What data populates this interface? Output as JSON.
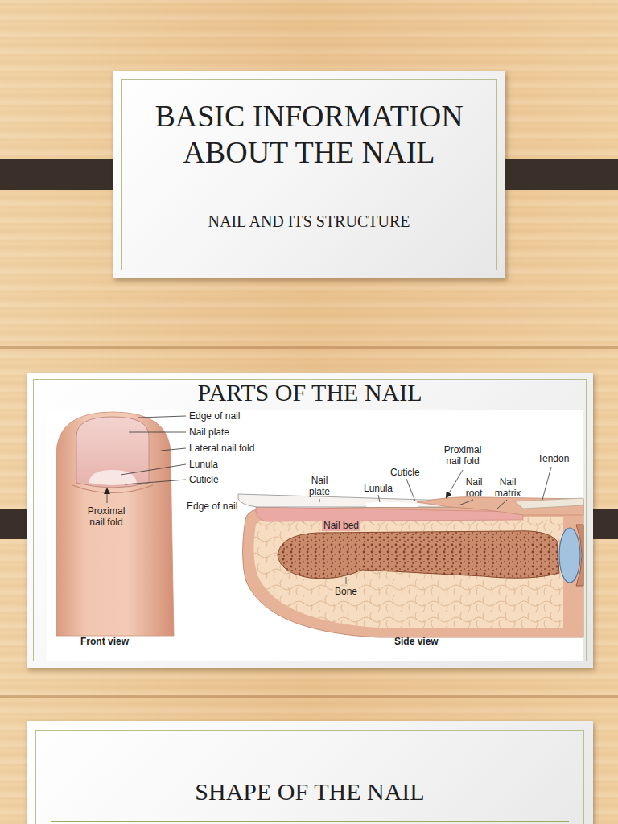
{
  "diagram": {
    "nodes": [
      {
        "text": [
          "BASIC INFORMATION ABOUT THE NAIL",
          "NAIL AND ITS STRUCTURE"
        ]
      },
      {
        "text": [
          "PARTS OF THE NAIL"
        ]
      },
      {
        "text": [
          "SHAPE OF THE NAIL"
        ]
      }
    ],
    "labels": [
      "Edge of nail",
      "Nail plate",
      "Lateral nail fold",
      "Lunula",
      "Cuticle",
      "Proximal nail fold",
      "Front view",
      "Proximal nail fold",
      "Tendon",
      "Cuticle",
      "Nail plate",
      "Lunula",
      "Nail root",
      "Nail matrix",
      "Edge of nail",
      "Nail bed",
      "Bone",
      "Side view"
    ]
  }
}
